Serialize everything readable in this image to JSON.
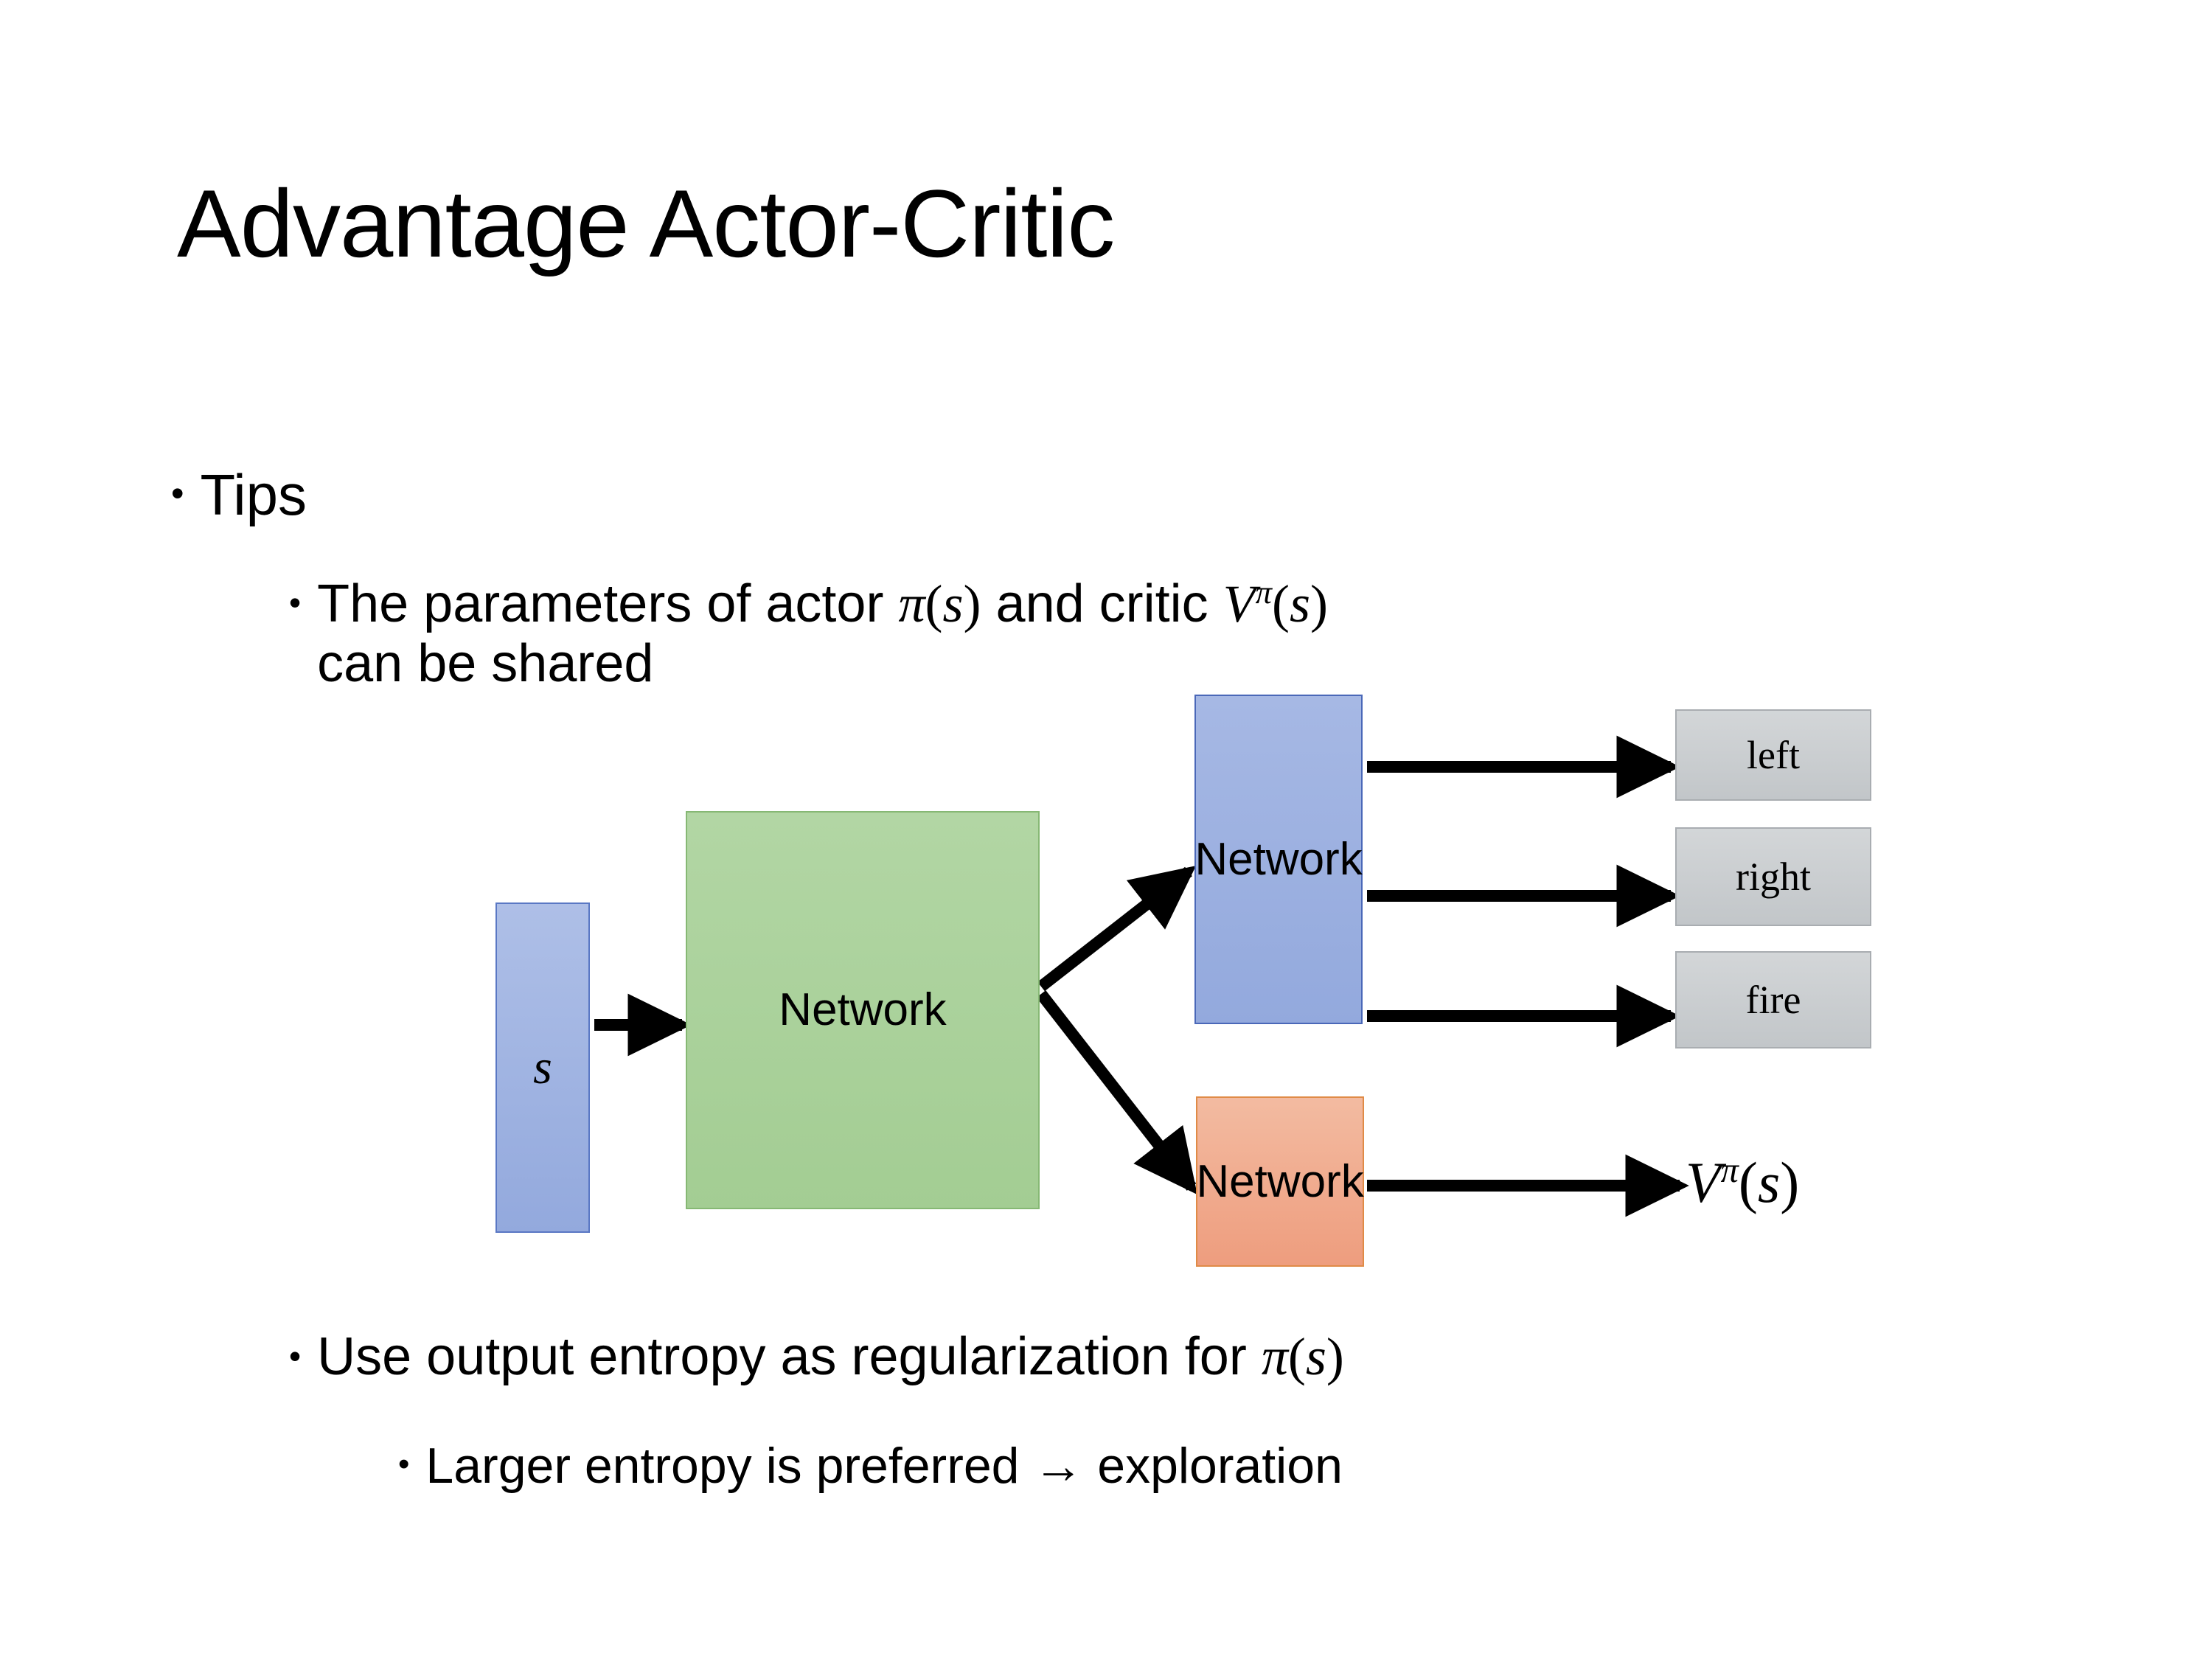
{
  "slide": {
    "title": "Advantage Actor-Critic",
    "background_color": "#ffffff",
    "text_color": "#000000"
  },
  "bullets": {
    "tips": {
      "marker": "•",
      "label": "Tips"
    },
    "parameters": {
      "marker": "•",
      "line1_prefix": "The parameters of actor ",
      "pi_of_s": "π(s)",
      "line1_middle": "  and critic ",
      "v_pi_of_s": "Vπ(s)",
      "line2": "can be shared",
      "full_text": "The parameters of actor π(s)  and critic Vπ(s) can be shared"
    },
    "entropy": {
      "marker": "•",
      "prefix": "Use output entropy as regularization for ",
      "pi_of_s": "π(s)",
      "full_text": "Use output entropy as regularization for π(s)"
    },
    "larger": {
      "marker": "•",
      "label": "Larger entropy is preferred → exploration"
    }
  },
  "diagram": {
    "input_node": {
      "label": "s",
      "fill": "#9eb4e2",
      "border": "#5a78c4"
    },
    "shared_network": {
      "label": "Network",
      "fill": "#a9d29a",
      "border": "#86b874"
    },
    "actor_network": {
      "label": "Network",
      "fill": "#9bb0e0",
      "border": "#4a68b8"
    },
    "critic_network": {
      "label": "Network",
      "fill": "#f0a687",
      "border": "#e08b47"
    },
    "action_outputs": [
      {
        "label": "left",
        "fill": "#cacdd0"
      },
      {
        "label": "right",
        "fill": "#cacdd0"
      },
      {
        "label": "fire",
        "fill": "#cacdd0"
      }
    ],
    "critic_output": {
      "base": "V",
      "superscript": "π",
      "argument": "(s)",
      "label": "Vπ(s)"
    },
    "arrow_color": "#000000"
  }
}
